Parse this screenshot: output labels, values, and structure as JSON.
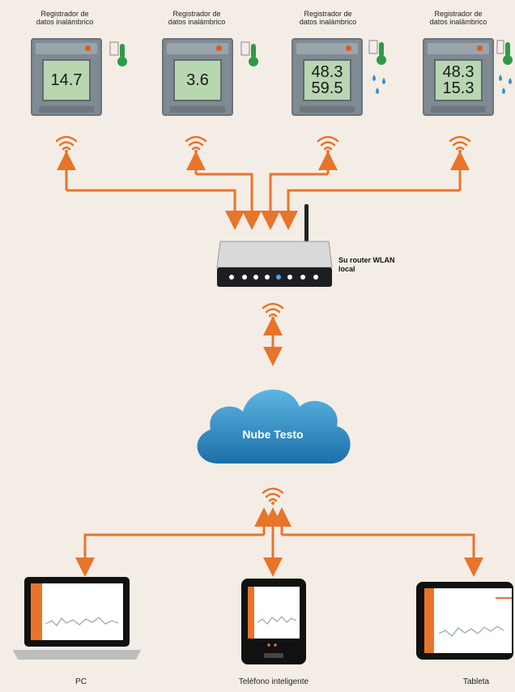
{
  "loggers": [
    {
      "label_line1": "Registrador de",
      "label_line2": "datos inalámbrico",
      "reading1": "14.7",
      "reading2": "",
      "sensor": "thermometer-icon"
    },
    {
      "label_line1": "Registrador de",
      "label_line2": "datos inalámbrico",
      "reading1": "3.6",
      "reading2": "",
      "sensor": "thermometer-icon"
    },
    {
      "label_line1": "Registrador de",
      "label_line2": "datos inalámbrico",
      "reading1": "48.3",
      "reading2": "59.5",
      "sensor": "humidity-icon"
    },
    {
      "label_line1": "Registrador de",
      "label_line2": "datos inalámbrico",
      "reading1": "48.3",
      "reading2": "15.3",
      "sensor": "humidity-icon"
    }
  ],
  "router": {
    "label_line1": "Su router WLAN",
    "label_line2": "local"
  },
  "cloud": {
    "label": "Nube Testo"
  },
  "devices": {
    "pc": "PC",
    "phone": "Teléfono inteligente",
    "tablet": "Tableta"
  },
  "colors": {
    "arrow": "#e8742a",
    "cloud": "#2b8fc4",
    "logger": "#7f8a92",
    "screen": "#b8d6b0",
    "thermo": "#2e9a47",
    "drop": "#3a8fc8"
  }
}
